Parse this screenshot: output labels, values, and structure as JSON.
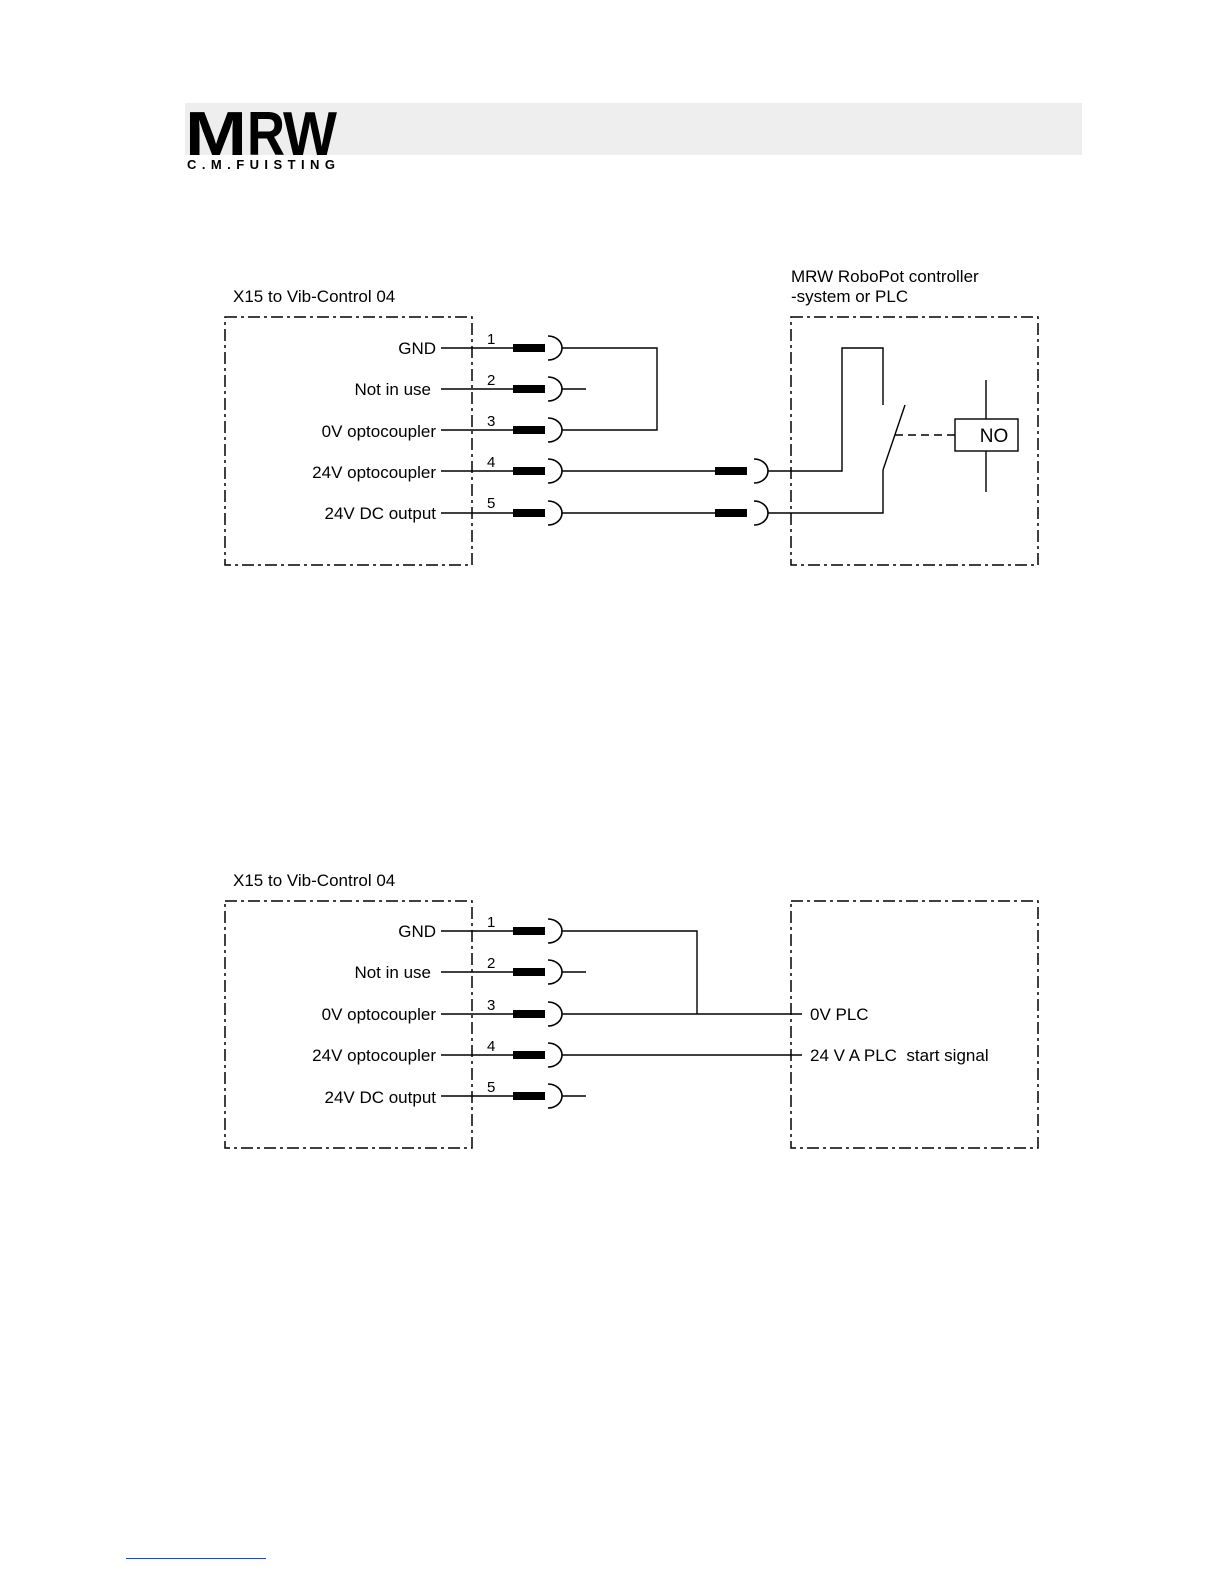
{
  "logo": {
    "letters": "MRW",
    "subtitle": "C.M.FUISTING",
    "accent_color": "#e2231a"
  },
  "diagram1": {
    "left_box_title": "X15 to Vib-Control 04",
    "right_box_title_line1": "MRW RoboPot controller",
    "right_box_title_line2": "-system or PLC",
    "relay_label": "NO",
    "pins": [
      {
        "number": "1",
        "label": "GND"
      },
      {
        "number": "2",
        "label": "Not in use"
      },
      {
        "number": "3",
        "label": "0V optocoupler"
      },
      {
        "number": "4",
        "label": "24V optocoupler"
      },
      {
        "number": "5",
        "label": "24V DC output"
      }
    ]
  },
  "diagram2": {
    "left_box_title": "X15 to Vib-Control 04",
    "pins": [
      {
        "number": "1",
        "label": "GND"
      },
      {
        "number": "2",
        "label": "Not in use"
      },
      {
        "number": "3",
        "label": "0V optocoupler"
      },
      {
        "number": "4",
        "label": "24V optocoupler"
      },
      {
        "number": "5",
        "label": "24V DC output"
      }
    ],
    "right_labels": {
      "zero_v": "0V PLC",
      "start_signal": "24 V A PLC  start signal"
    }
  }
}
